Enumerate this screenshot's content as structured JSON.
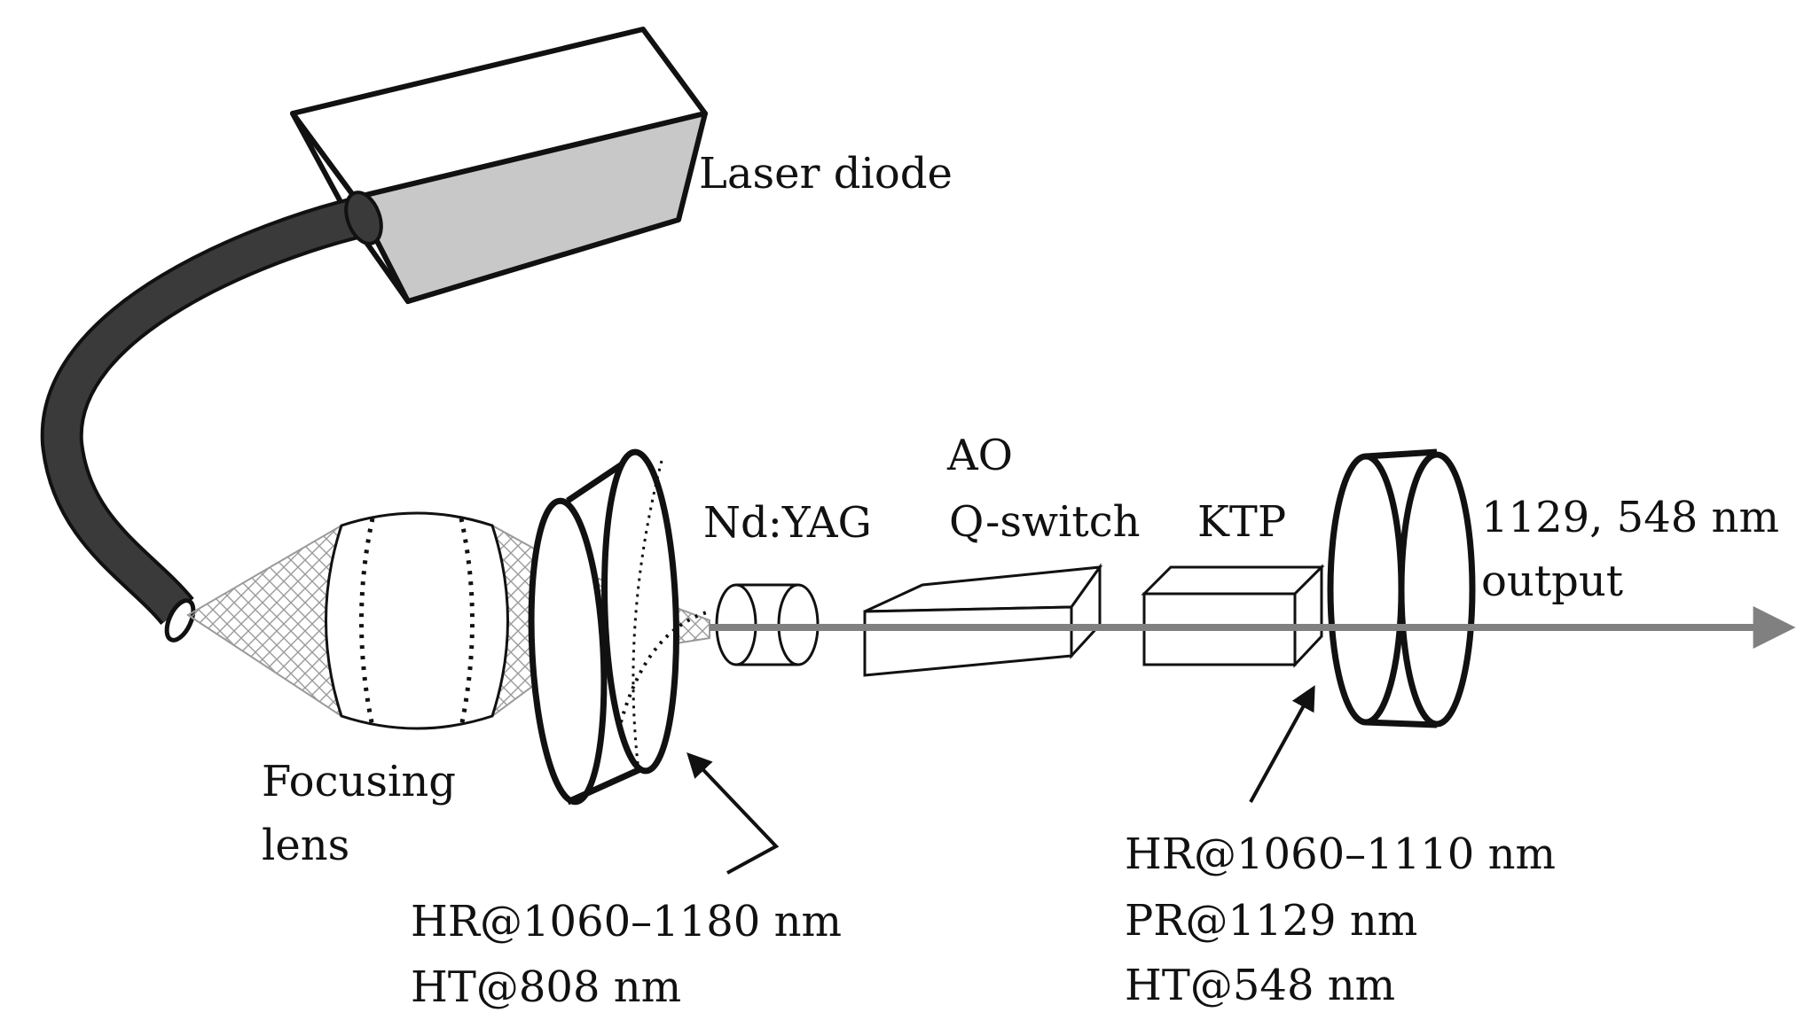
{
  "labels": {
    "laser_diode": "Laser diode",
    "focusing_lens_line1": "Focusing",
    "focusing_lens_line2": "lens",
    "nd_yag": "Nd:YAG",
    "ao_line1": "AO",
    "ao_line2": "Q-switch",
    "ktp": "KTP",
    "output_line1": "1129, 548 nm",
    "output_line2": "output",
    "input_mirror_line1": "HR@1060–1180 nm",
    "input_mirror_line2": "HT@808 nm",
    "output_mirror_line1": "HR@1060–1110 nm",
    "output_mirror_line2": "PR@1129 nm",
    "output_mirror_line3": "HT@548 nm"
  },
  "colors": {
    "ink": "#111111",
    "fiber": "#3a3a3a",
    "diode_side": "#c8c8c8",
    "beam": "#808080",
    "pump_mesh": "#9a9a9a"
  }
}
